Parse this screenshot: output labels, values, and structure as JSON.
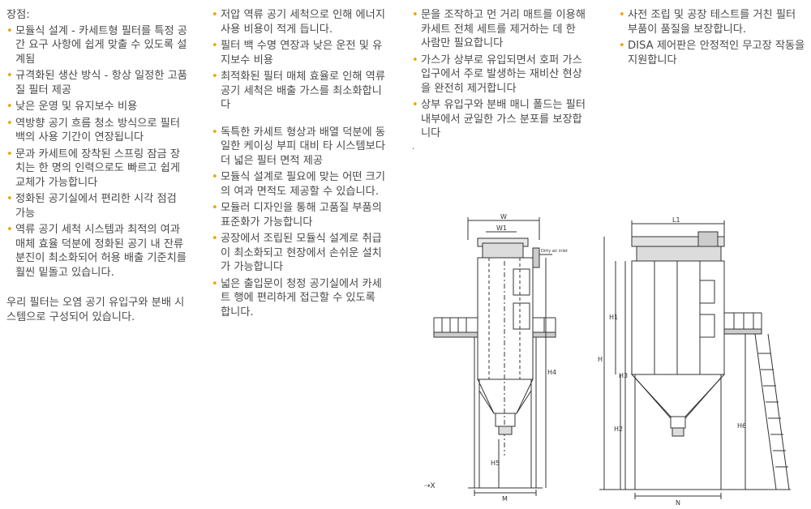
{
  "heading": "장점:",
  "bullet_glyph": "•",
  "accent_color": "#f2a100",
  "col1_items": [
    "모듈식 설계 - 카세트형 필터를 특정 공간 요구 사항에 쉽게 맞출 수 있도록 설계됨",
    "규격화된 생산 방식 - 항상 일정한 고품질 필터 제공",
    "낮은 운영 및 유지보수 비용",
    "역방향 공기 흐름 청소 방식으로 필터 백의 사용 기간이 연장됩니다",
    "문과 카세트에 장착된 스프링 잠금 장치는 한 명의 인력으로도 빠르고 쉽게 교체가 가능합니다",
    "정화된 공기실에서 편리한 시각 점검 가능",
    "역류 공기 세척 시스템과 최적의 여과 매체 효율 덕분에 정화된 공기 내 잔류 분진이 최소화되어 허용 배출 기준치를 훨씬 밑돌고 있습니다."
  ],
  "col1_footer": "우리 필터는 오염 공기 유입구와 분배 시스템으로 구성되어 있습니다.",
  "col2_items": [
    "저압 역류 공기 세척으로 인해 에너지 사용 비용이 적게 듭니다.",
    "필터 백 수명 연장과 낮은 운전 및 유지보수 비용",
    "최적화된 필터 매체 효율로 인해 역류 공기 세척은 배출 가스를 최소화합니다",
    "독특한 카세트 형상과 배열 덕분에 동일한 케이싱 부피 대비 타 시스템보다 더 넓은 필터 면적 제공",
    "모듈식 설계로 필요에 맞는 어떤 크기의 여과 면적도 제공할 수 있습니다.",
    "모듈러 디자인을 통해 고품질 부품의 표준화가 가능합니다",
    "공장에서 조립된 모듈식 설계로 취급이 최소화되고 현장에서 손쉬운 설치가 가능합니다",
    "넓은 출입문이 청정 공기실에서 카세트 행에 편리하게 접근할 수 있도록 합니다."
  ],
  "col3_items": [
    "문을 조작하고 먼 거리 매트를 이용해 카세트 전체 세트를 제거하는 데 한 사람만 필요합니다",
    "가스가 상부로 유입되면서 호퍼 가스 입구에서 주로 발생하는 재비산 현상을 완전히 제거합니다",
    "상부 유입구와 분배 매니 폴드는 필터 내부에서 균일한 가스 분포를 보장합니다"
  ],
  "col3_trailing": ".",
  "col4_items": [
    "사전 조립 및 공장 테스트를 거친 필터 부품이 품질을 보장합니다.",
    "DISA 제어판은 안정적인 무고장 작동을 지원합니다"
  ],
  "drawing_labels": {
    "w": "W",
    "w1": "W1",
    "dirty_air_inlet": "Dirty air inlet",
    "h4": "H4",
    "h5": "H5",
    "m": "M",
    "l1": "L1",
    "h": "H",
    "h1": "H1",
    "h2": "H2",
    "h3": "H3",
    "h6": "H6",
    "n": "N",
    "view_arrow": "⇢X"
  }
}
